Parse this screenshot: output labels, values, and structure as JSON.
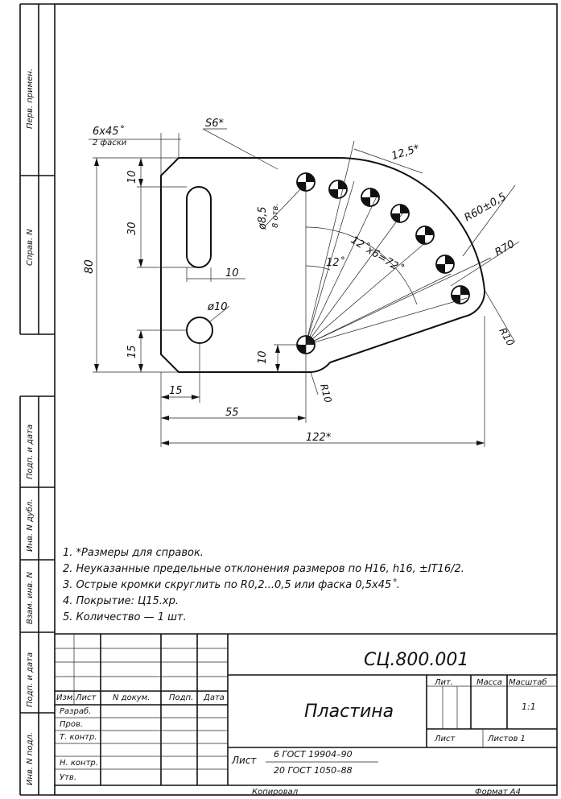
{
  "side_labels": {
    "perv_primen": "Перв. примен.",
    "sprav_n": "Справ. N",
    "podp_data_1": "Подп. и дата",
    "inv_dubl": "Инв. N дубл.",
    "vzam_inv": "Взам. инв. N",
    "podp_data_2": "Подп. и дата",
    "inv_podl": "Инв. N подл."
  },
  "dimensions": {
    "chamfer": "6x45˚",
    "chamfer_note": "2 фаски",
    "thickness": "S6*",
    "slot_top": "10",
    "slot_len": "30",
    "height": "80",
    "slot_width": "10",
    "bottom_offset": "15",
    "hole_dia": "ø10",
    "hole_x": "15",
    "width_55": "55",
    "total_width": "122*",
    "holes_dia": "ø8,5",
    "holes_count": "8 отв.",
    "pitch": "12,5*",
    "radius_60": "R60±0,5",
    "angle_total": "12˚x6=72˚",
    "angle_12": "12˚",
    "radius_70": "R70",
    "radius_10_right": "R10",
    "offset_10": "10",
    "radius_10_bottom": "R10"
  },
  "notes": [
    "1. *Размеры для справок.",
    "2. Неуказанные предельные отклонения размеров по H16, h16, ±IT16/2.",
    "3. Острые кромки скруглить по R0,2...0,5 или фаска 0,5x45˚.",
    "4. Покрытие: Ц15.хр.",
    "5. Количество — 1 шт."
  ],
  "title_block": {
    "designation": "СЦ.800.001",
    "part_name": "Пластина",
    "col_izm": "Изм.",
    "col_list": "Лист",
    "col_ndokum": "N докум.",
    "col_podp": "Подп.",
    "col_data": "Дата",
    "razrab": "Разраб.",
    "prov": "Пров.",
    "t_kontr": "Т. контр.",
    "n_kontr": "Н. контр.",
    "utv": "Утв.",
    "lit": "Лит.",
    "massa": "Масса",
    "masshtab": "Масштаб",
    "scale": "1:1",
    "sheet": "Лист",
    "sheets": "Листов 1",
    "material_label": "Лист",
    "material_1": "6 ГОСТ 19904–90",
    "material_2": "20 ГОСТ 1050–88",
    "kopiroval": "Копировал",
    "format": "Формат А4"
  },
  "colors": {
    "line": "#111111",
    "paper": "#ffffff"
  }
}
